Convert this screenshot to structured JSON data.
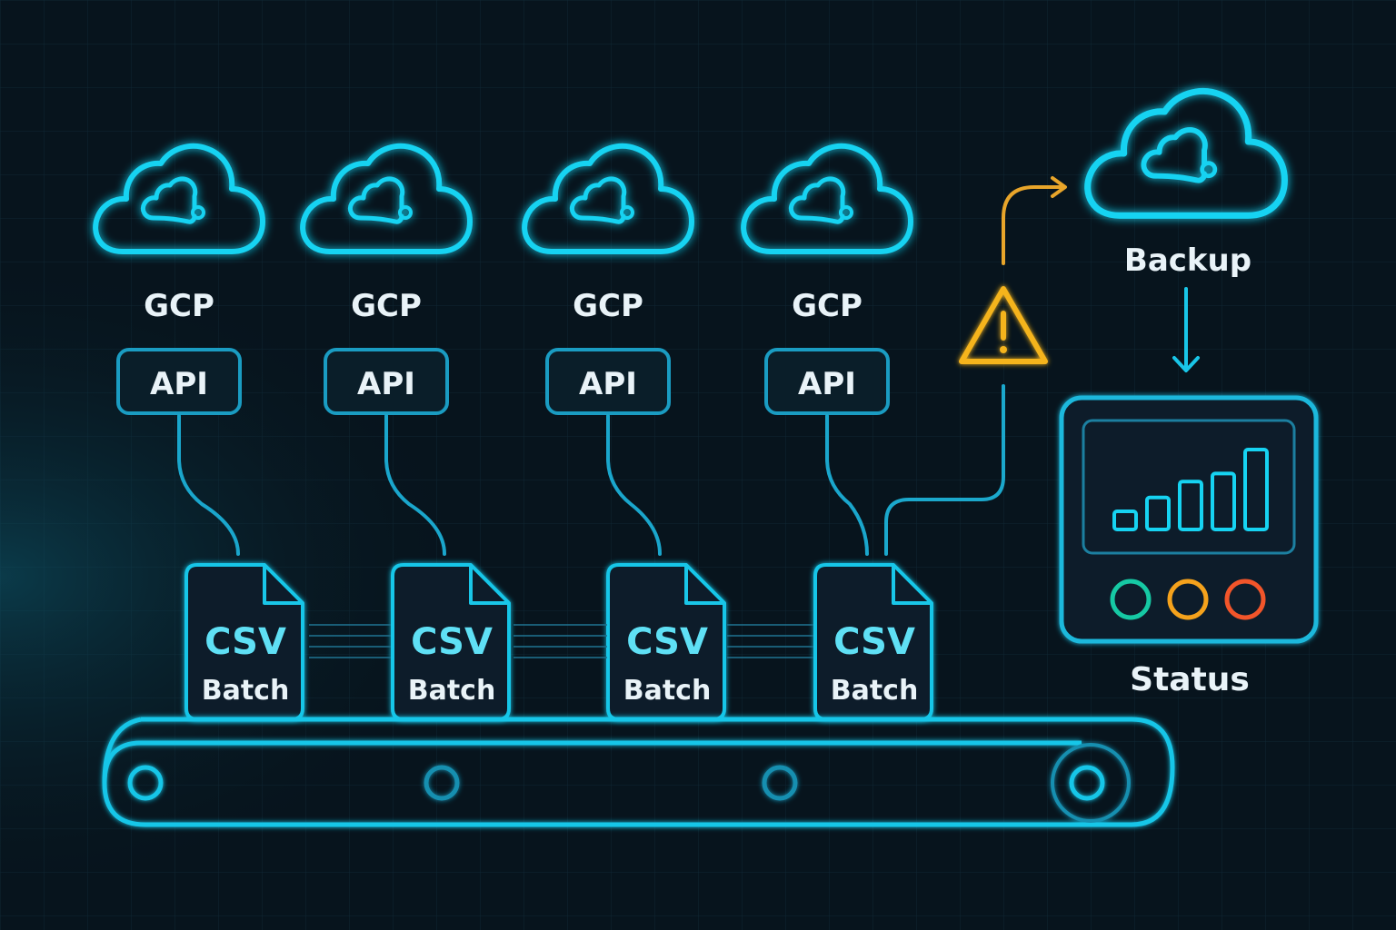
{
  "colors": {
    "background": "#07141d",
    "accent": "#19d3f2",
    "accent_dim": "#1a8fb4",
    "warning": "#f5b41f",
    "status_green": "#18c9a4",
    "status_orange": "#f5a21a",
    "status_red": "#f2542a"
  },
  "sources": [
    {
      "cloud_label": "GCP",
      "api_label": "API",
      "csv_label": "CSV",
      "batch_label": "Batch",
      "icon": "cloud-icon"
    },
    {
      "cloud_label": "GCP",
      "api_label": "API",
      "csv_label": "CSV",
      "batch_label": "Batch",
      "icon": "cloud-icon"
    },
    {
      "cloud_label": "GCP",
      "api_label": "API",
      "csv_label": "CSV",
      "batch_label": "Batch",
      "icon": "cloud-icon"
    },
    {
      "cloud_label": "GCP",
      "api_label": "API",
      "csv_label": "CSV",
      "batch_label": "Batch",
      "icon": "cloud-icon"
    }
  ],
  "backup": {
    "label": "Backup",
    "icon": "cloud-icon"
  },
  "warning": {
    "icon": "warning-triangle-icon"
  },
  "status": {
    "label": "Status",
    "icon": "bar-chart-icon",
    "bars": [
      0.2,
      0.4,
      0.6,
      0.7,
      1.0
    ],
    "indicators": [
      "green",
      "orange",
      "red"
    ]
  },
  "conveyor": {
    "icon": "conveyor-belt-icon"
  }
}
